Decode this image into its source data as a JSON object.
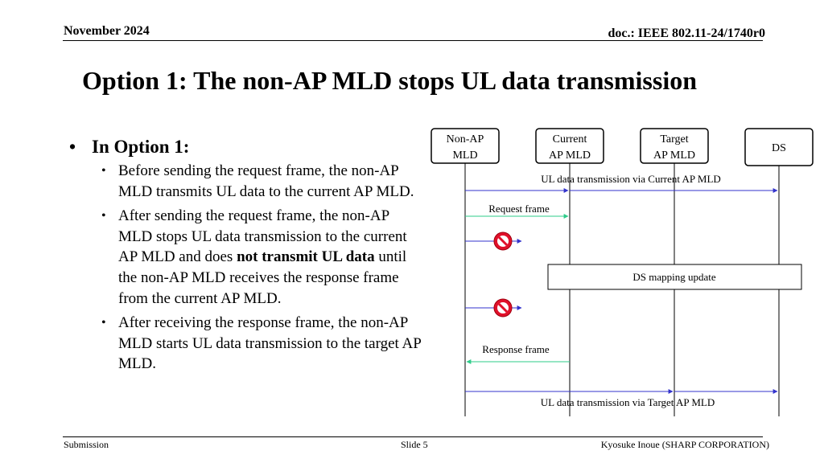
{
  "header": {
    "date": "November 2024",
    "doc": "doc.: IEEE 802.11-24/1740r0"
  },
  "title": "Option 1: The non-AP MLD stops UL data transmission",
  "bullets": {
    "main": "In Option 1:",
    "items": [
      {
        "text": "Before sending the request frame, the non-AP MLD transmits UL data to the current AP MLD."
      },
      {
        "pre": "After sending the request frame, the non-AP MLD stops UL data transmission to the current AP MLD and does ",
        "bold": "not transmit UL data",
        "post": " until the non-AP MLD receives the response frame from the current AP MLD."
      },
      {
        "text": "After receiving the response frame, the non-AP MLD starts UL data transmission to the target AP MLD."
      }
    ]
  },
  "diagram": {
    "entities": [
      {
        "line1": "Non-AP",
        "line2": "MLD"
      },
      {
        "line1": "Current",
        "line2": "AP MLD"
      },
      {
        "line1": "Target",
        "line2": "AP MLD"
      },
      {
        "line1": "DS",
        "line2": ""
      }
    ],
    "ul_current_label": "UL data transmission via Current AP MLD",
    "request_label": "Request frame",
    "ds_update_label": "DS mapping update",
    "response_label": "Response frame",
    "ul_target_label": "UL data transmission via Target AP MLD",
    "colors": {
      "ul": "#3333cc",
      "frame": "#2ecc8a",
      "blocked": "#e0102a"
    }
  },
  "footer": {
    "left": "Submission",
    "middle": "Slide 5",
    "right": "Kyosuke Inoue (SHARP CORPORATION)"
  }
}
